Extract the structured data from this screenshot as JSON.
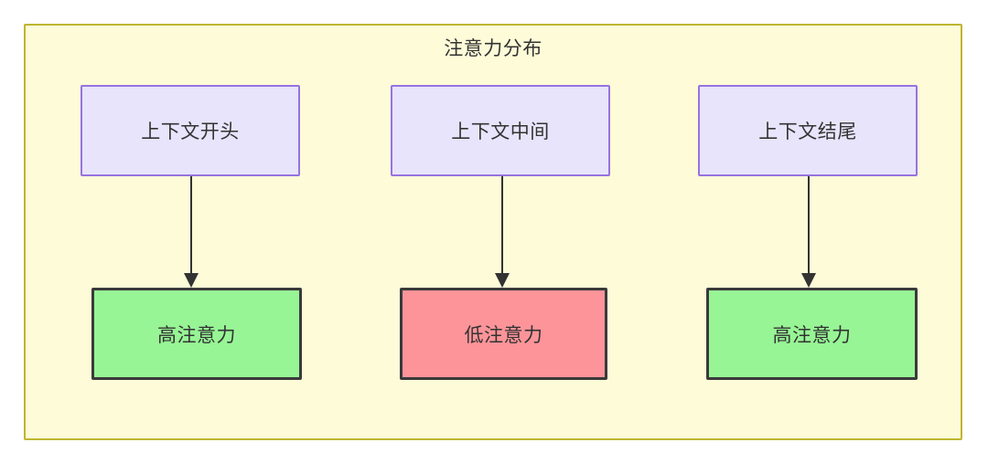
{
  "diagram": {
    "type": "flowchart",
    "title": "注意力分布",
    "container": {
      "name": "attention-distribution-subgraph",
      "fill_color": "#fdfbd8",
      "border_color": "#bfb52e"
    },
    "context_nodes": [
      {
        "id": "ctx-start",
        "label": "上下文开头",
        "fill_color": "#e8e4fb",
        "border_color": "#9673e0"
      },
      {
        "id": "ctx-middle",
        "label": "上下文中间",
        "fill_color": "#e8e4fb",
        "border_color": "#9673e0"
      },
      {
        "id": "ctx-end",
        "label": "上下文结尾",
        "fill_color": "#e8e4fb",
        "border_color": "#9673e0"
      }
    ],
    "outcome_nodes": [
      {
        "id": "attn-high-start",
        "label": "高注意力",
        "level": "high",
        "fill_color": "#97f595",
        "border_color": "#3a3a3a"
      },
      {
        "id": "attn-low-middle",
        "label": "低注意力",
        "level": "low",
        "fill_color": "#fc9499",
        "border_color": "#3a3a3a"
      },
      {
        "id": "attn-high-end",
        "label": "高注意力",
        "level": "high",
        "fill_color": "#97f595",
        "border_color": "#3a3a3a"
      }
    ],
    "edges": [
      {
        "from": "ctx-start",
        "to": "attn-high-start",
        "label": ""
      },
      {
        "from": "ctx-middle",
        "to": "attn-low-middle",
        "label": ""
      },
      {
        "from": "ctx-end",
        "to": "attn-high-end",
        "label": ""
      }
    ],
    "text_color": "#333333"
  }
}
